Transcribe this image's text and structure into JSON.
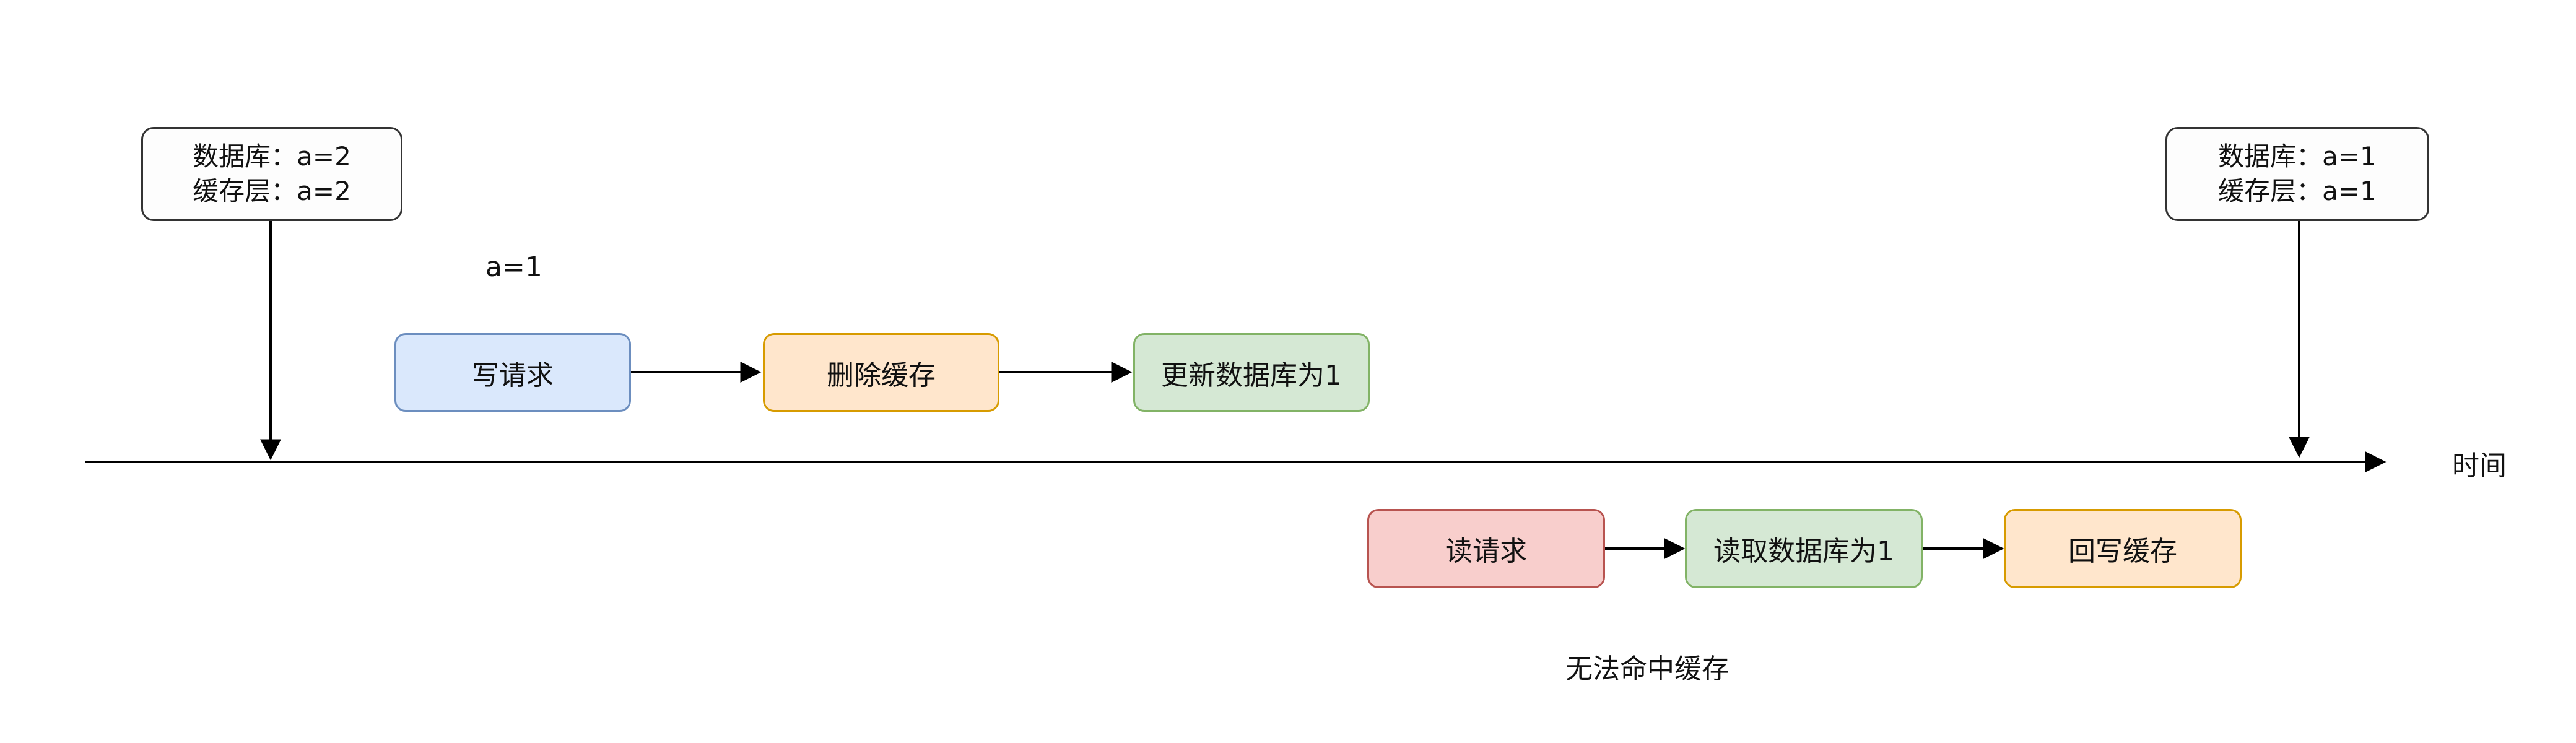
{
  "state_before": {
    "line1": "数据库：a=2",
    "line2": "缓存层：a=2"
  },
  "state_after": {
    "line1": "数据库：a=1",
    "line2": "缓存层：a=1"
  },
  "write_value_label": "a=1",
  "write_flow": [
    {
      "label": "写请求",
      "fill": "#dae8fc",
      "stroke": "#6c8ebf"
    },
    {
      "label": "删除缓存",
      "fill": "#ffe6cc",
      "stroke": "#d79b00"
    },
    {
      "label": "更新数据库为1",
      "fill": "#d5e8d4",
      "stroke": "#82b366"
    }
  ],
  "read_flow": [
    {
      "label": "读请求",
      "fill": "#f8cecc",
      "stroke": "#b85450"
    },
    {
      "label": "读取数据库为1",
      "fill": "#d5e8d4",
      "stroke": "#82b366"
    },
    {
      "label": "回写缓存",
      "fill": "#ffe6cc",
      "stroke": "#d79b00"
    }
  ],
  "read_note": "无法命中缓存",
  "time_axis_label": "时间"
}
